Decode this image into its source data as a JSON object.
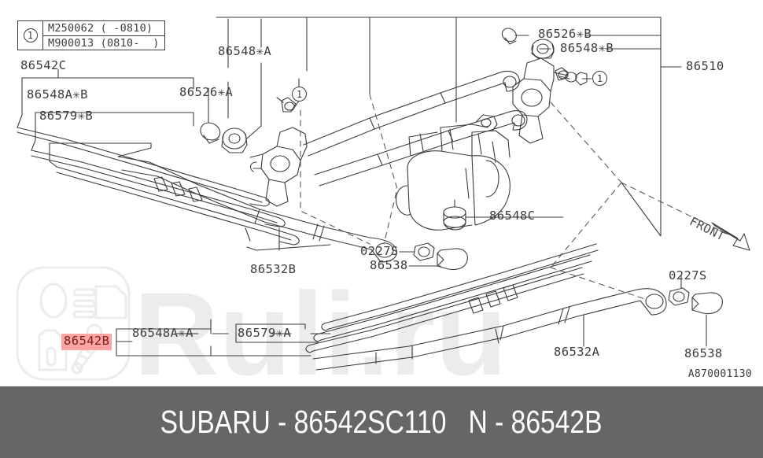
{
  "diagram": {
    "code": "A870001130",
    "front_marker": "FRONT",
    "legend": {
      "marker": "1",
      "rows": [
        "M250062 ( -0810)",
        "M900013 (0810-  )"
      ]
    },
    "callouts": [
      {
        "id": "callout-1-left",
        "text": "1"
      },
      {
        "id": "callout-1-right",
        "text": "1"
      }
    ],
    "labels": [
      {
        "id": "label-86542c",
        "text": "86542C"
      },
      {
        "id": "label-86548ab",
        "text": "86548A✳B"
      },
      {
        "id": "label-86579b",
        "text": "86579✳B"
      },
      {
        "id": "label-86548a",
        "text": "86548✳A"
      },
      {
        "id": "label-86526a",
        "text": "86526✳A"
      },
      {
        "id": "label-86526b",
        "text": "86526✳B"
      },
      {
        "id": "label-86548b",
        "text": "86548✳B"
      },
      {
        "id": "label-86510",
        "text": "86510"
      },
      {
        "id": "label-86548c",
        "text": "86548C"
      },
      {
        "id": "label-86532b",
        "text": "86532B"
      },
      {
        "id": "label-0227s-mid",
        "text": "0227S"
      },
      {
        "id": "label-86538-mid",
        "text": "86538"
      },
      {
        "id": "label-86542b",
        "text": "86542B"
      },
      {
        "id": "label-86548aa",
        "text": "86548A✳A"
      },
      {
        "id": "label-86579a",
        "text": "86579✳A"
      },
      {
        "id": "label-86532a",
        "text": "86532A"
      },
      {
        "id": "label-0227s-rt",
        "text": "0227S"
      },
      {
        "id": "label-86538-rt",
        "text": "86538"
      }
    ],
    "highlight_color": "#ffa3a3",
    "line_color": "#3c3c3c"
  },
  "watermark": {
    "text": "Ruli.ru",
    "color": "#ebebeb"
  },
  "banner": {
    "brand": "SUBARU",
    "separator": "-",
    "part_number": "86542SC110",
    "ref_prefix": "N",
    "ref_number": "86542B",
    "full_text": "SUBARU - 86542SC110   N - 86542B",
    "background_color": "#666666",
    "text_color": "#ffffff"
  }
}
